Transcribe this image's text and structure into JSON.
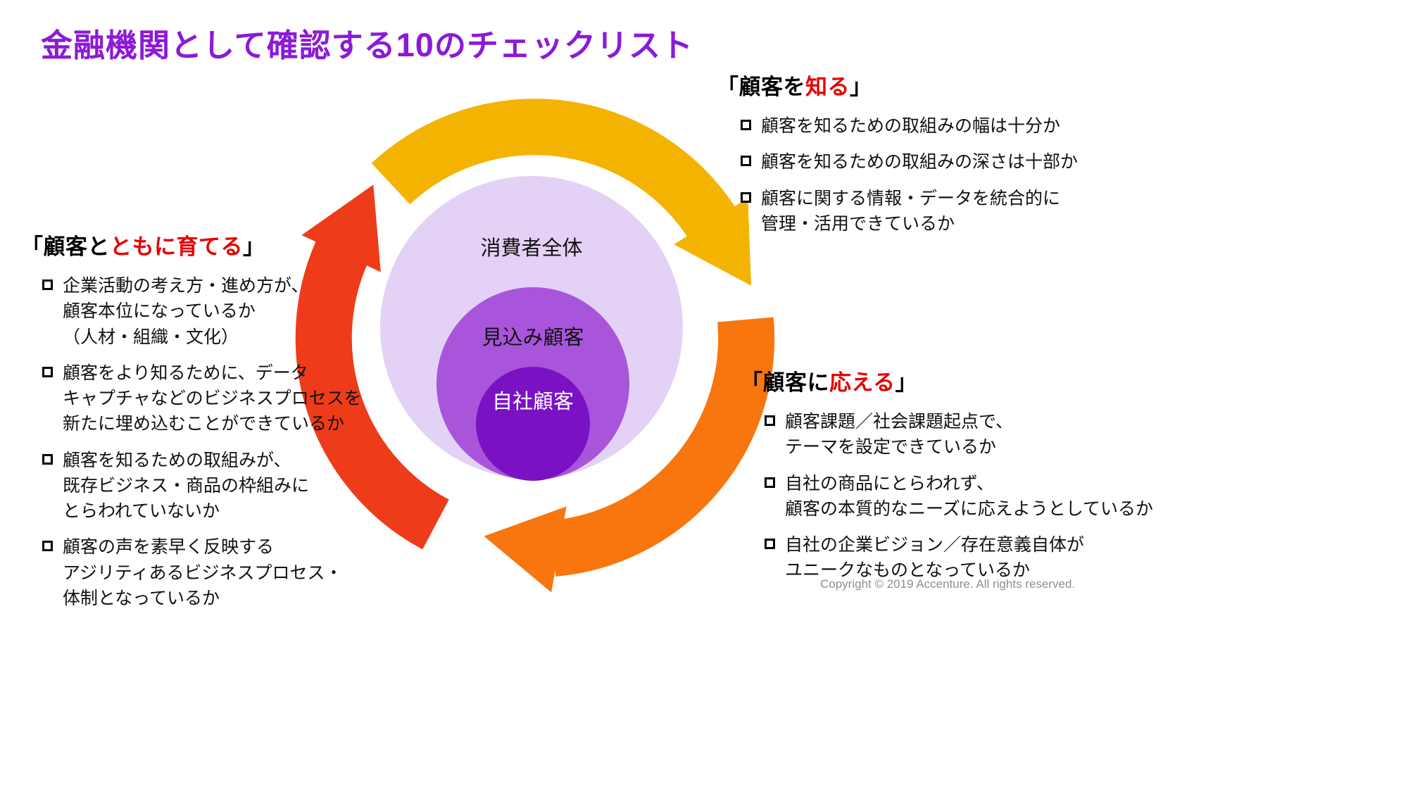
{
  "title": {
    "pre": "金融機関として確認する",
    "number": "10",
    "post": "のチェックリスト"
  },
  "diagram": {
    "circles": [
      {
        "name": "outer",
        "label": "消費者全体"
      },
      {
        "name": "middle",
        "label": "見込み顧客"
      },
      {
        "name": "inner",
        "label": "自社顧客"
      }
    ],
    "arrow_names": [
      "know-cycle-arrow",
      "respond-cycle-arrow",
      "nurture-cycle-arrow"
    ]
  },
  "sections": {
    "know": {
      "heading": {
        "pre": "「顧客を",
        "highlight": "知る",
        "suffix": "」"
      },
      "items": [
        "顧客を知るための取組みの幅は十分か",
        "顧客を知るための取組みの深さは十部か",
        "顧客に関する情報・データを統合的に\n管理・活用できているか"
      ]
    },
    "respond": {
      "heading": {
        "pre": "「顧客に",
        "highlight": "応える",
        "suffix": "」"
      },
      "items": [
        "顧客課題／社会課題起点で、\nテーマを設定できているか",
        "自社の商品にとらわれず、\n顧客の本質的なニーズに応えようとしているか",
        "自社の企業ビジョン／存在意義自体が\nユニークなものとなっているか"
      ]
    },
    "nurture": {
      "heading": {
        "pre": "「顧客と",
        "highlight": "ともに育てる",
        "suffix": "」"
      },
      "items": [
        "企業活動の考え方・進め方が、\n顧客本位になっているか\n（人材・組織・文化）",
        "顧客をより知るために、データ\nキャプチャなどのビジネスプロセスを\n新たに埋め込むことができているか",
        "顧客を知るための取組みが、\n既存ビジネス・商品の枠組みに\nとらわれていないか",
        "顧客の声を素早く反映する\nアジリティあるビジネスプロセス・\n体制となっているか"
      ]
    }
  },
  "footer": {
    "copyright": "Copyright © 2019 Accenture. All rights reserved."
  },
  "icons": {
    "checklist_bullet": "hollow-square-checkbox"
  },
  "colors": {
    "title_purple": "#8C1AD6",
    "highlight_red": "#E60000",
    "arrow_yellow": "#F5B301",
    "arrow_orange": "#F9750D",
    "arrow_red": "#EE3B19",
    "circle_outer": "#E3D2F5",
    "circle_middle": "#A855DB",
    "circle_inner": "#7A12C4",
    "text_black": "#111111",
    "copyright_gray": "#8F8F8F"
  }
}
